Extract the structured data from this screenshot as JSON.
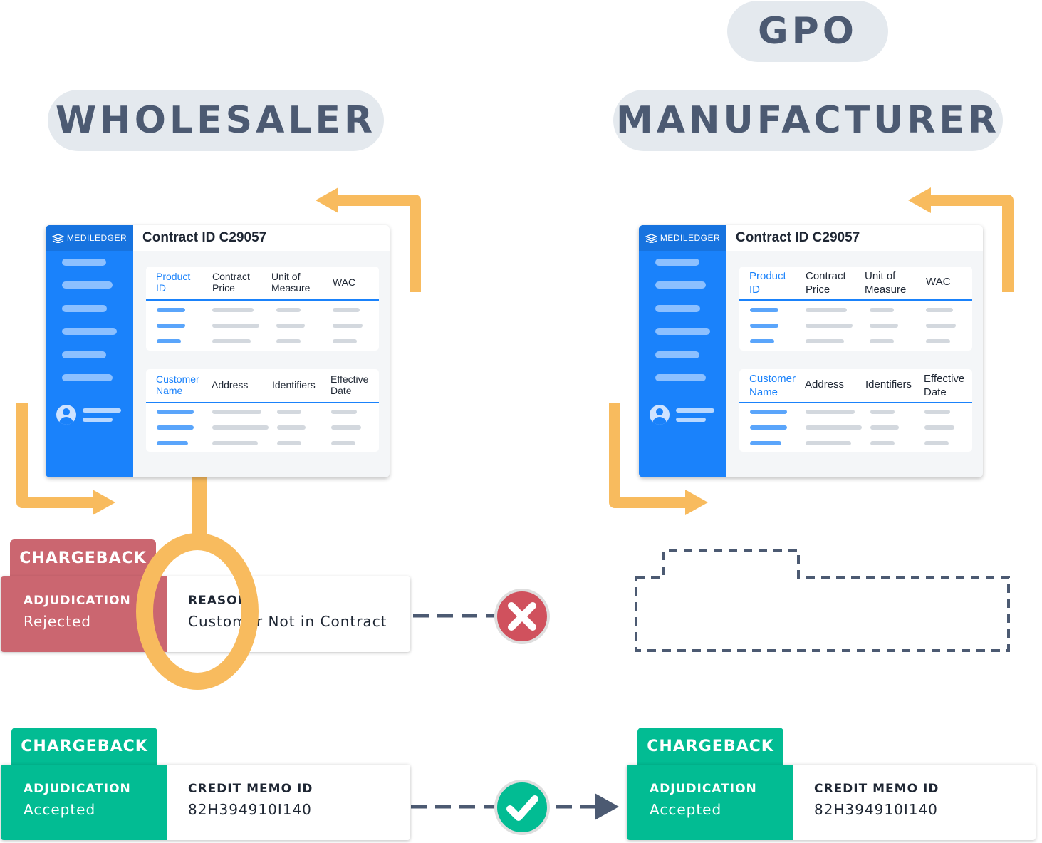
{
  "pills": {
    "gpo": "GPO",
    "wholesaler": "WHOLESALER",
    "manufacturer": "MANUFACTURER"
  },
  "brand": "MEDILEDGER",
  "contract": {
    "title": "Contract ID C29057",
    "product_headers": [
      {
        "label": "Product\nID",
        "highlight": true
      },
      {
        "label": "Contract\nPrice",
        "highlight": false
      },
      {
        "label": "Unit of\nMeasure",
        "highlight": false
      },
      {
        "label": "WAC",
        "highlight": false
      }
    ],
    "customer_headers": [
      {
        "label": "Customer\nName",
        "highlight": true
      },
      {
        "label": "Address",
        "highlight": false
      },
      {
        "label": "Identifiers",
        "highlight": false
      },
      {
        "label": "Effective\nDate",
        "highlight": false
      }
    ]
  },
  "rejected": {
    "tab": "CHARGEBACK",
    "adjudication_label": "ADJUDICATION",
    "adjudication_value": "Rejected",
    "reason_label": "REASON",
    "reason_value": "Customer Not in Contract"
  },
  "accepted": {
    "tab": "CHARGEBACK",
    "adjudication_label": "ADJUDICATION",
    "adjudication_value": "Accepted",
    "memo_label": "CREDIT MEMO ID",
    "memo_value": "82H394910I140"
  },
  "colors": {
    "orange": "#f8bb5e",
    "blue": "#1a82fb",
    "rejected": "#cb6670",
    "accepted": "#02bc93",
    "slate": "#4c5a72"
  }
}
